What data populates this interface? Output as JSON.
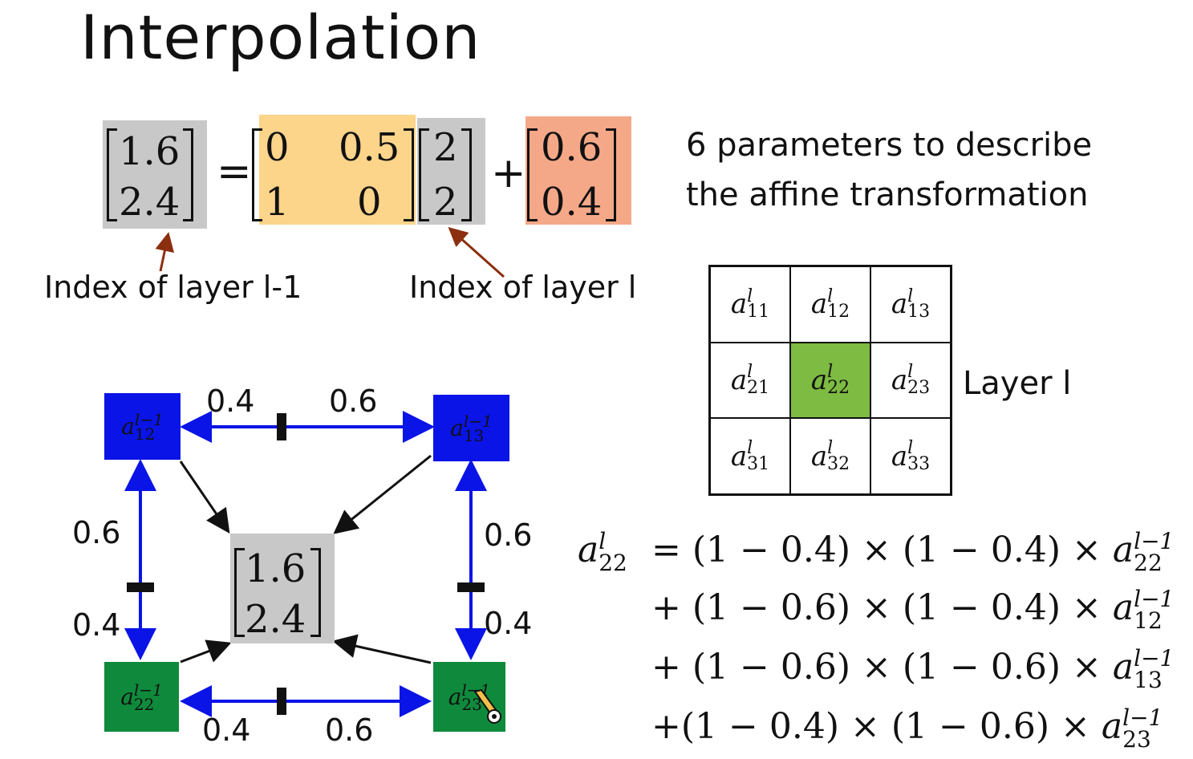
{
  "title": "Interpolation",
  "equation": {
    "lhs": [
      "1.6",
      "2.4"
    ],
    "matrix": [
      [
        "0",
        "0.5"
      ],
      [
        "1",
        "0"
      ]
    ],
    "vec": [
      "2",
      "2"
    ],
    "bias": [
      "0.6",
      "0.4"
    ],
    "eq_sign": "=",
    "plus_sign": "+"
  },
  "labels": {
    "prev_layer": "Index of layer l-1",
    "curr_layer": "Index of layer l"
  },
  "description": [
    "6 parameters to describe",
    "the affine transformation"
  ],
  "layer_grid": {
    "label": "Layer l",
    "highlight_color": "#7dbb42",
    "cells": [
      {
        "r": "11",
        "sup": "l"
      },
      {
        "r": "12",
        "sup": "l"
      },
      {
        "r": "13",
        "sup": "l"
      },
      {
        "r": "21",
        "sup": "l"
      },
      {
        "r": "22",
        "sup": "l"
      },
      {
        "r": "23",
        "sup": "l"
      },
      {
        "r": "31",
        "sup": "l"
      },
      {
        "r": "32",
        "sup": "l"
      },
      {
        "r": "33",
        "sup": "l"
      }
    ]
  },
  "diagram": {
    "center": [
      "1.6",
      "2.4"
    ],
    "nodes": {
      "top_left": {
        "sub": "12",
        "sup": "l−1",
        "color": "#0a14e6"
      },
      "top_right": {
        "sub": "13",
        "sup": "l−1",
        "color": "#0a14e6"
      },
      "bottom_left": {
        "sub": "22",
        "sup": "l−1",
        "color": "#0f8a3c"
      },
      "bottom_right": {
        "sub": "23",
        "sup": "l−1",
        "color": "#0f8a3c"
      }
    },
    "weights": {
      "top_a": "0.4",
      "top_b": "0.6",
      "left_a": "0.6",
      "left_b": "0.4",
      "right_a": "0.6",
      "right_b": "0.4",
      "bottom_a": "0.4",
      "bottom_b": "0.6"
    }
  },
  "formula": {
    "lhs_var": "a",
    "lhs_sub": "22",
    "lhs_sup": "l",
    "lines": [
      {
        "prefix": "= ",
        "a": "(1 − 0.4)",
        "b": "(1 − 0.4)",
        "sub": "22",
        "sup": "l−1"
      },
      {
        "prefix": "+ ",
        "a": "(1 − 0.6)",
        "b": "(1 − 0.4)",
        "sub": "12",
        "sup": "l−1"
      },
      {
        "prefix": "+ ",
        "a": "(1 − 0.6)",
        "b": "(1 − 0.6)",
        "sub": "13",
        "sup": "l−1"
      },
      {
        "prefix": "+",
        "a": "(1 −  0.4)",
        "b": "(1 − 0.6)",
        "sub": "23",
        "sup": "l−1"
      }
    ],
    "times": "×",
    "var": "a"
  }
}
